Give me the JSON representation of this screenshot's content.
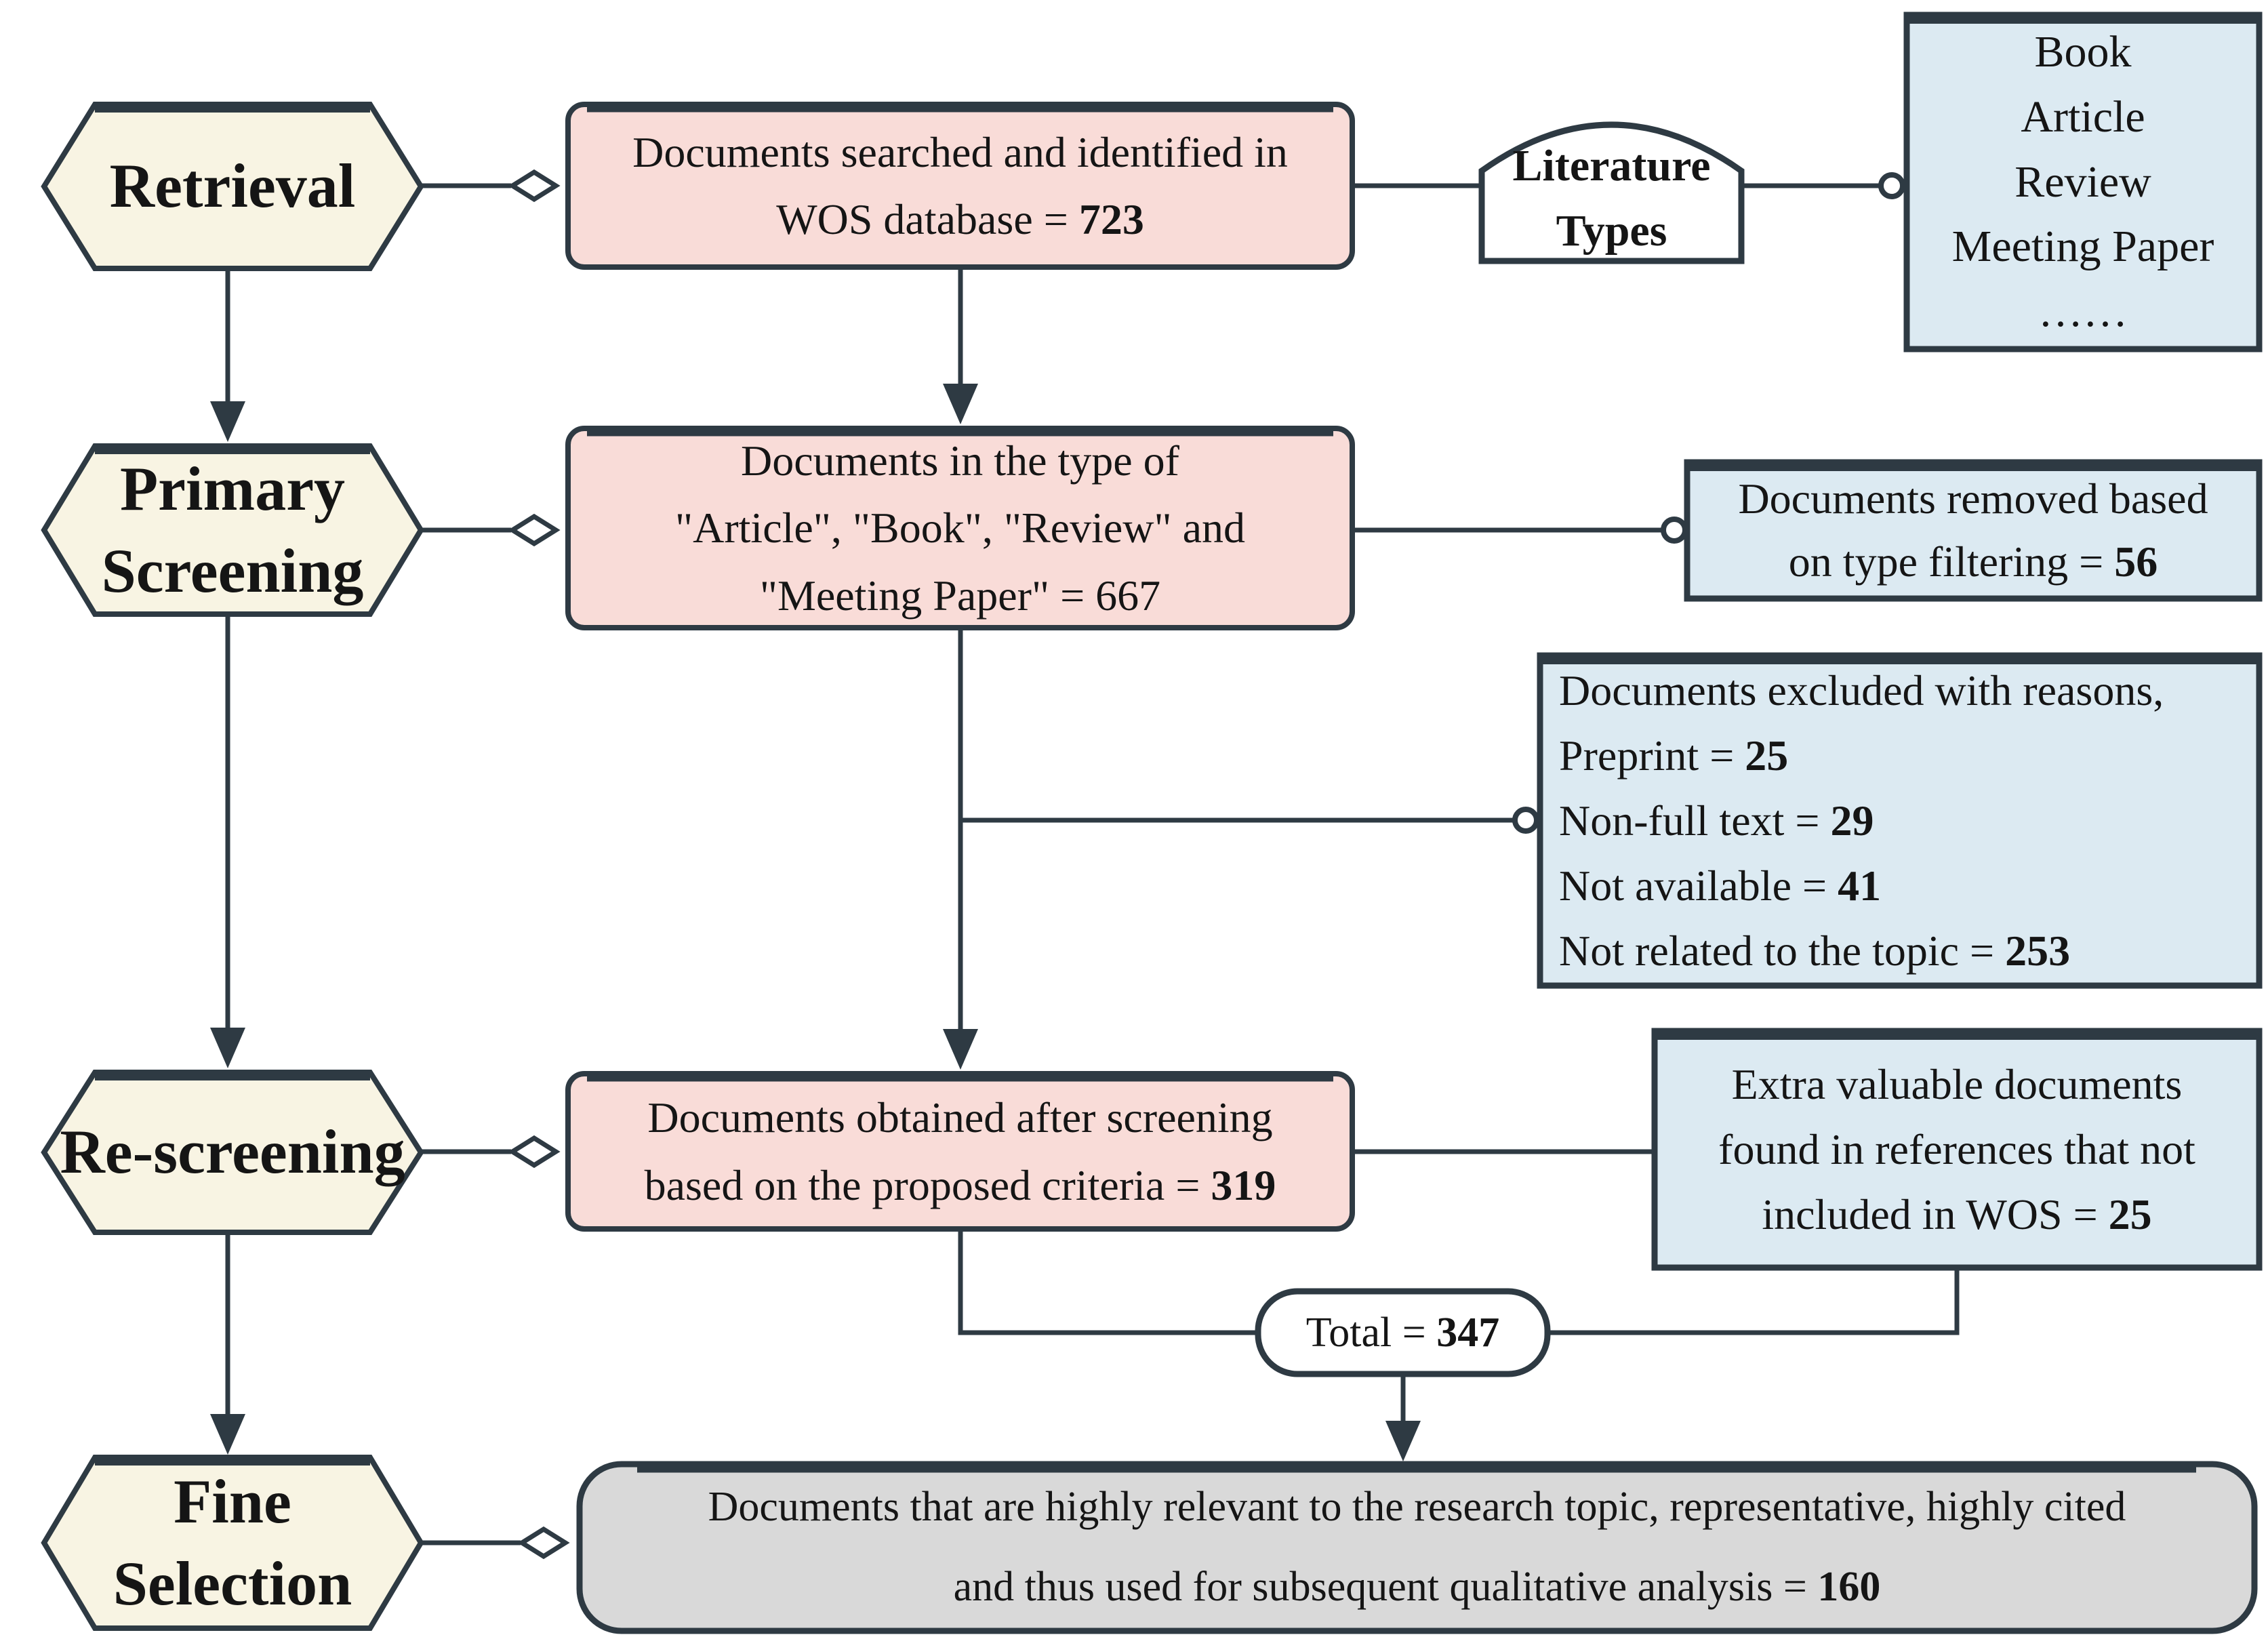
{
  "palette": {
    "stroke": "#2e3a43",
    "stage_fill": "#f8f4e3",
    "process_fill": "#f9dcd8",
    "note_fill": "#dceaf2",
    "final_fill": "#d9d9d9",
    "shape_white": "#ffffff",
    "text": "#151515"
  },
  "stages": {
    "retrieval": {
      "lines": [
        "Retrieval"
      ]
    },
    "primary": {
      "lines": [
        "Primary",
        "Screening"
      ]
    },
    "rescreening": {
      "lines": [
        "Re-screening"
      ]
    },
    "fine": {
      "lines": [
        "Fine",
        "Selection"
      ]
    }
  },
  "nodes": {
    "searched": {
      "line1": "Documents searched and identified in",
      "line2_prefix": "WOS database = ",
      "value": "723"
    },
    "typed": {
      "lines": [
        "Documents in the type of",
        "\"Article\", \"Book\", \"Review\" and",
        "\"Meeting Paper\" = 667"
      ]
    },
    "literature_types": {
      "lines": [
        "Literature",
        "Types"
      ]
    },
    "literature_list": {
      "lines": [
        "Book",
        "Article",
        "Review",
        "Meeting Paper",
        "……"
      ]
    },
    "removed": {
      "line1": "Documents removed based",
      "line2_prefix": "on type filtering =  ",
      "value": "56"
    },
    "excluded": {
      "title": "Documents excluded with reasons,",
      "items": [
        {
          "prefix": "Preprint = ",
          "value": "25"
        },
        {
          "prefix": "Non-full text = ",
          "value": "29"
        },
        {
          "prefix": "Not available = ",
          "value": "41"
        },
        {
          "prefix": "Not related to the topic = ",
          "value": "253"
        }
      ]
    },
    "obtained": {
      "line1": "Documents obtained after screening",
      "line2_prefix": "based on the proposed criteria = ",
      "value": "319"
    },
    "extra": {
      "line1": "Extra valuable documents",
      "line2": "found in references that not",
      "line3_prefix": "included in WOS = ",
      "value": "25"
    },
    "total": {
      "prefix": "Total = ",
      "value": "347"
    },
    "final": {
      "line1": "Documents that are highly relevant to the research topic, representative, highly cited",
      "line2_prefix": "and thus used for subsequent qualitative analysis = ",
      "value": "160"
    }
  }
}
